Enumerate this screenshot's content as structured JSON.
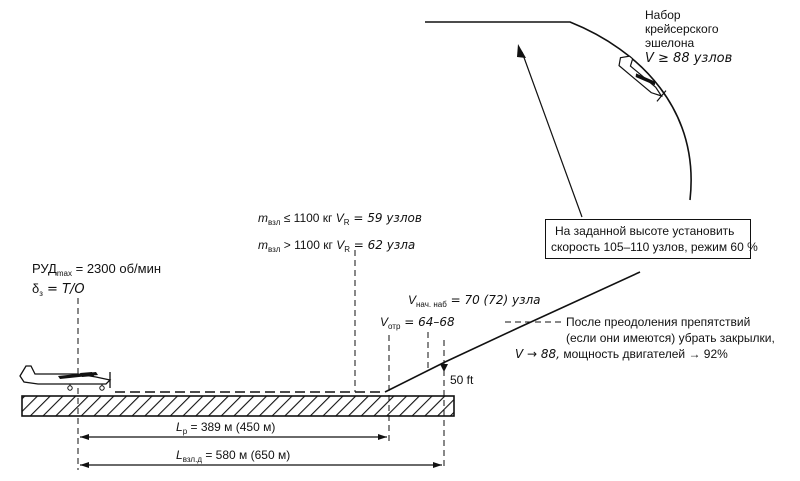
{
  "top_note": {
    "line1": "Набор",
    "line2": "крейсерского",
    "line3": "эшелона",
    "speed": "V ≥ 88 узлов"
  },
  "box_note": {
    "line1": "На заданной высоте установить",
    "line2": "скорость 105–110 узлов, режим 60 %"
  },
  "rud": {
    "label": "РУД",
    "sub": "max",
    "value": " = 2300 об/мин"
  },
  "flaps": {
    "symbol": "δ",
    "sub": "з",
    "value": " = Т/О"
  },
  "mass_le": {
    "m": "m",
    "m_sub": "взл",
    "cond": " ≤ 1100 кг ",
    "v": "V",
    "v_sub": "R",
    "value": " = 59 узлов"
  },
  "mass_gt": {
    "m": "m",
    "m_sub": "взл",
    "cond": " > 1100 кг ",
    "v": "V",
    "v_sub": "R",
    "value": " = 62 узла"
  },
  "v_start_climb": {
    "v": "V",
    "sub": "нач. наб",
    "value": " = 70 (72) узла"
  },
  "v_liftoff": {
    "v": "V",
    "sub": "отр",
    "value": " = 64–68"
  },
  "after_obstacle": {
    "line1": "После преодоления препятствий",
    "line2": "(если они имеются) убрать закрылки,",
    "line3_speed": "V → 88,",
    "line3_rest": " мощность двигателей → 92%"
  },
  "height_50ft": "50 ft",
  "dist_run": {
    "l": "L",
    "sub": "р",
    "value": " = 389 м (450 м)"
  },
  "dist_takeoff": {
    "l": "L",
    "sub": "взл.д",
    "value": " = 580 м (650 м)"
  }
}
